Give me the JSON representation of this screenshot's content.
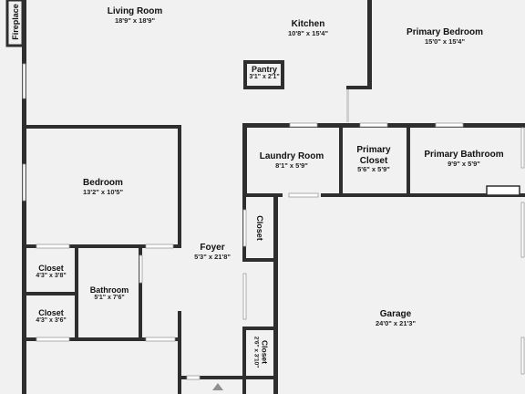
{
  "rooms": {
    "living_room": {
      "name": "Living Room",
      "dim": "18'9\" x 18'9\""
    },
    "kitchen": {
      "name": "Kitchen",
      "dim": "10'8\" x 15'4\""
    },
    "pantry": {
      "name": "Pantry",
      "dim": "3'1\" x 2'1\""
    },
    "primary_bedroom": {
      "name": "Primary Bedroom",
      "dim": "15'0\" x 15'4\""
    },
    "laundry_room": {
      "name": "Laundry Room",
      "dim": "8'1\" x 5'9\""
    },
    "primary_closet": {
      "name": "Primary\nCloset",
      "dim": "5'6\" x 5'9\""
    },
    "primary_bathroom": {
      "name": "Primary Bathroom",
      "dim": "9'9\" x 5'9\""
    },
    "bedroom": {
      "name": "Bedroom",
      "dim": "13'2\" x 10'5\""
    },
    "foyer": {
      "name": "Foyer",
      "dim": "5'3\" x 21'8\""
    },
    "hall_closet": {
      "name": "Closet"
    },
    "closet_1": {
      "name": "Closet",
      "dim": "4'3\" x 3'8\""
    },
    "closet_2": {
      "name": "Closet",
      "dim": "4'3\" x 3'6\""
    },
    "bathroom": {
      "name": "Bathroom",
      "dim": "5'1\" x 7'6\""
    },
    "garage": {
      "name": "Garage",
      "dim": "24'0\" x 21'3\""
    },
    "garage_closet": {
      "name": "Closet",
      "dim": "2'6\" x 3'10\""
    }
  },
  "fireplace": {
    "label": "Fireplace"
  }
}
